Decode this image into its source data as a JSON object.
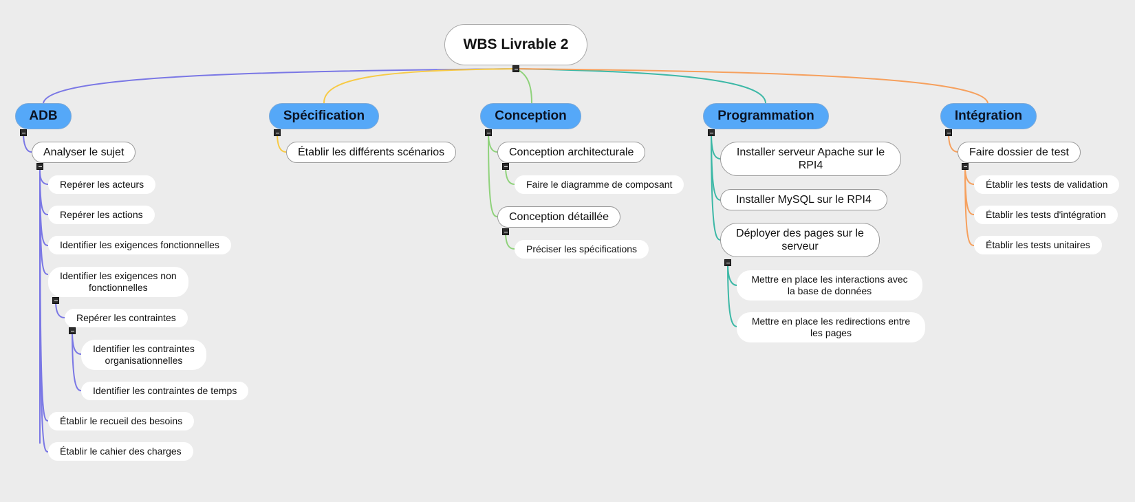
{
  "title": "WBS Livrable 2",
  "colors": {
    "adb": "#7a77e5",
    "spec": "#f7ca45",
    "conception": "#8fd27b",
    "programmation": "#3cb8a6",
    "integration": "#f6a05d",
    "branch_fill": "#55a8f8"
  },
  "branches": {
    "adb": {
      "label": "ADB",
      "items": {
        "analyser": "Analyser le sujet",
        "acteurs": "Repérer les acteurs",
        "actions": "Repérer les actions",
        "fonctionnelles": "Identifier les exigences fonctionnelles",
        "non_fonctionnelles_1": "Identifier les exigences non",
        "non_fonctionnelles_2": "fonctionnelles",
        "contraintes": "Repérer les contraintes",
        "organisationnelles_1": "Identifier les contraintes",
        "organisationnelles_2": "organisationnelles",
        "temps": "Identifier les contraintes de temps",
        "recueil": "Établir le recueil des besoins",
        "cahier": "Établir le cahier des charges"
      }
    },
    "spec": {
      "label": "Spécification",
      "items": {
        "scenarios": "Établir les différents scénarios"
      }
    },
    "conception": {
      "label": "Conception",
      "items": {
        "architecturale": "Conception architecturale",
        "diagramme": "Faire le diagramme de composant",
        "detaillee": "Conception détaillée",
        "preciser": "Préciser les spécifications"
      }
    },
    "programmation": {
      "label": "Programmation",
      "items": {
        "apache_1": "Installer serveur Apache sur le",
        "apache_2": "RPI4",
        "mysql": "Installer MySQL sur le RPI4",
        "deployer_1": "Déployer des pages sur le",
        "deployer_2": "serveur",
        "interactions_1": "Mettre en place les interactions avec",
        "interactions_2": "la base de données",
        "redirections_1": "Mettre en place les redirections entre",
        "redirections_2": "les pages"
      }
    },
    "integration": {
      "label": "Intégration",
      "items": {
        "dossier": "Faire dossier de test",
        "validation": "Établir les tests de validation",
        "integration_tests": "Établir les tests d'intégration",
        "unitaires": "Établir les tests unitaires"
      }
    }
  }
}
